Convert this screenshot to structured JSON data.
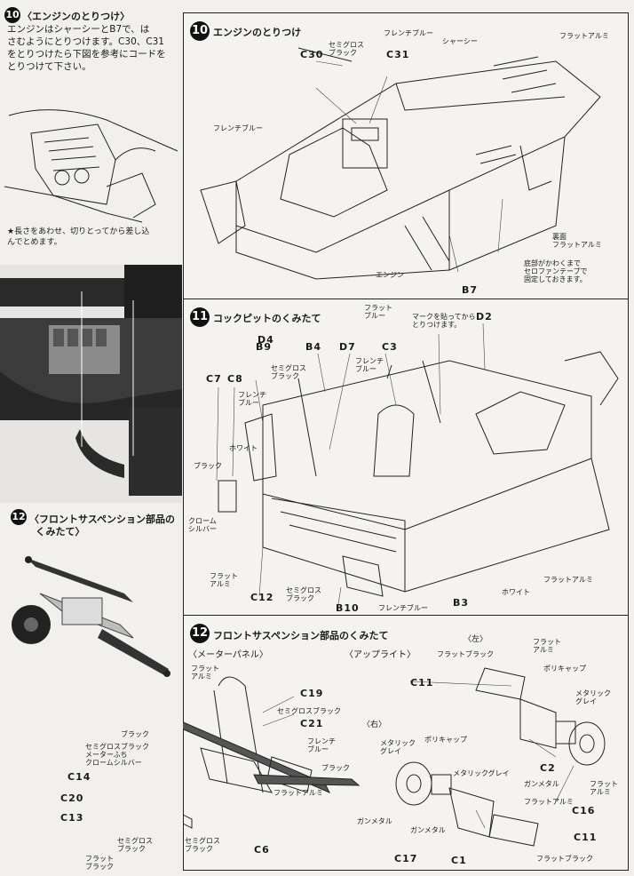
{
  "left": {
    "step10": {
      "num": "10",
      "title": "〈エンジンのとりつけ〉",
      "body": [
        "エンジンはシャーシーとB7で、は",
        "さむようにとりつけます。C30、C31",
        "をとりつけたら下図を参考にコードを",
        "とりつけて下さい。"
      ],
      "note": [
        "★長さをあわせ、切りとってから差し込",
        "んでとめます。"
      ]
    },
    "step12": {
      "num": "12",
      "title": "〈フロントサスペンション部品の",
      "title2": "くみたて〉"
    }
  },
  "panel10": {
    "num": "10",
    "title": "エンジンのとりつけ",
    "labels": {
      "semigloss_black": "セミグロス\nブラック",
      "french_blue_top": "フレンチブルー",
      "chassis": "シャーシー",
      "flat_alumi_top": "フラットアルミ",
      "french_blue_left": "フレンチブルー",
      "underside": "裏面\nフラットアルミ",
      "tape_note": "底部がかわくまで\nセロファンテープで\n固定しておきます。",
      "engine": "エンジン"
    },
    "parts": {
      "c30": "C30",
      "c31": "C31",
      "b7": "B7"
    }
  },
  "panel11": {
    "num": "11",
    "title": "コックピットのくみたて",
    "labels": {
      "flat_blue": "フラット\nブルー",
      "d4_note": "マークを貼ってから\nとりつけます。",
      "french_blue_a": "フレンチ\nブルー",
      "semigloss_black": "セミグロス\nブラック",
      "french_blue_b": "フレンチ\nブルー",
      "white_a": "ホワイト",
      "black": "ブラック",
      "chrome_silver": "クローム\nシルバー",
      "flat_alumi_a": "フラット\nアルミ",
      "semigloss_black_b": "セミグロス\nブラック",
      "french_blue_c": "フレンチブルー",
      "white_b": "ホワイト",
      "flat_alumi_b": "フラットアルミ"
    },
    "parts": {
      "d4": "D4",
      "d2": "D2",
      "b9": "B9",
      "b4": "B4",
      "d7": "D7",
      "c3": "C3",
      "c7": "C7",
      "c8": "C8",
      "c12": "C12",
      "b10": "B10",
      "b3": "B3"
    }
  },
  "panel12": {
    "num": "12",
    "title": "フロントサスペンション部品のくみたて",
    "meter": "〈メーターパネル〉",
    "upright": "〈アップライト〉",
    "left_side": "〈左〉",
    "right_side": "〈右〉",
    "labels": {
      "flat_alumi_a": "フラット\nアルミ",
      "semigloss_black_a": "セミグロスブラック",
      "black_a": "ブラック",
      "meter_note": "セミグロスブラック\nメーターふち\nクロームシルバー",
      "french_blue": "フレンチ\nブルー",
      "black_b": "ブラック",
      "flat_alumi_b": "フラットアルミ",
      "semigloss_black_b": "セミグロス\nブラック",
      "semigloss_black_c": "セミグロス\nブラック",
      "flat_black_a": "フラット\nブラック",
      "flat_black_b": "フラットブラック",
      "flat_alumi_c": "フラット\nアルミ",
      "polycap_a": "ポリキャップ",
      "metallic_gray_a": "メタリック\nグレイ",
      "gunmetal_a": "ガンメタル",
      "flat_alumi_d": "フラットアルミ",
      "flat_alumi_e": "フラット\nアルミ",
      "metallic_gray_b": "メタリック\nグレイ",
      "polycap_b": "ポリキャップ",
      "metallic_gray_c": "メタリックグレイ",
      "gunmetal_b": "ガンメタル",
      "gunmetal_c": "ガンメタル",
      "flat_black_c": "フラットブラック"
    },
    "parts": {
      "c19": "C19",
      "c21": "C21",
      "c14": "C14",
      "c20": "C20",
      "c13": "C13",
      "c6": "C6",
      "c11a": "C11",
      "c2": "C2",
      "c16": "C16",
      "c17": "C17",
      "c1": "C1",
      "c11b": "C11"
    }
  }
}
